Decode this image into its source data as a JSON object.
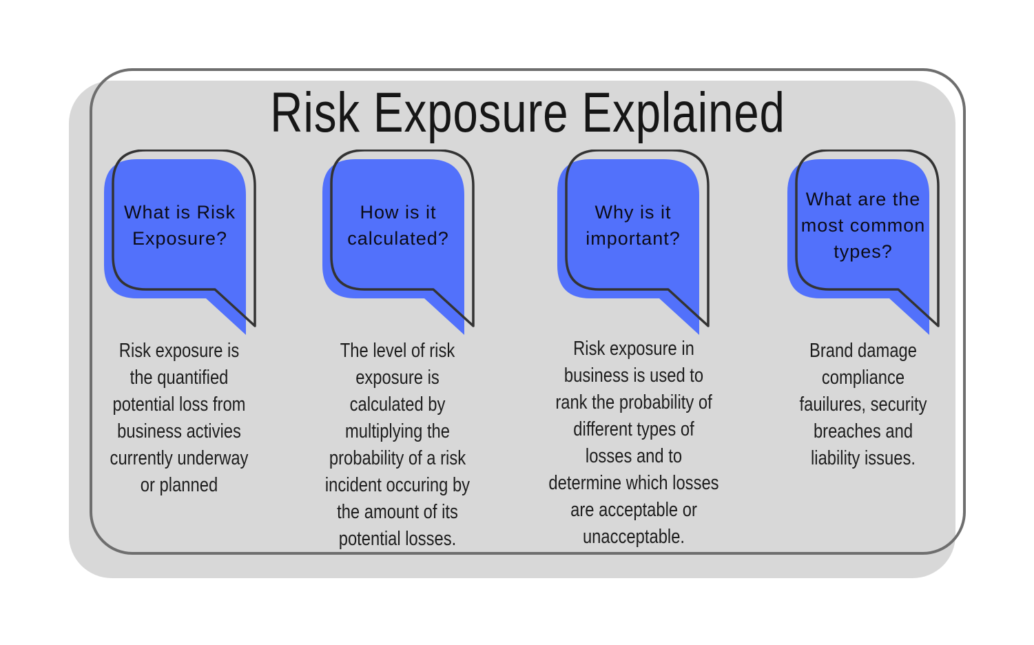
{
  "title": "Risk Exposure Explained",
  "colors": {
    "bubble_blue": "#5271fb",
    "bubble_outline": "#333333",
    "panel_gray": "#d8d8d8",
    "panel_outline": "#6e6e6e",
    "title_text": "#161616",
    "body_text": "#1c1c1c"
  },
  "cards": [
    {
      "question": "What is Risk\nExposure?",
      "description": "Risk exposure is\nthe quantified\npotential loss from\nbusiness activies\ncurrently underway\nor planned"
    },
    {
      "question": "How is it\ncalculated?",
      "description": "The level of risk\nexposure is\ncalculated by\nmultiplying the\nprobability of a risk\nincident occuring by\nthe amount of its\npotential losses."
    },
    {
      "question": "Why is it\nimportant?",
      "description": "Risk exposure in\nbusiness is used to\nrank the probability of\ndifferent types of\nlosses and to\ndetermine which losses\nare acceptable or\nunacceptable."
    },
    {
      "question": "What are the\nmost common\ntypes?",
      "description": "Brand damage\ncompliance\nfauilures, security\nbreaches and\nliability issues."
    }
  ]
}
